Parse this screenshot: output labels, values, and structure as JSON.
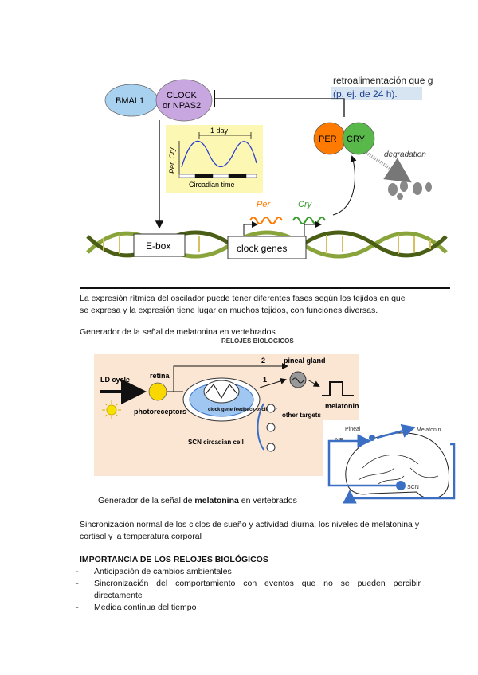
{
  "figure1": {
    "feedback_line1": "retroalimentación que g",
    "feedback_line2": "(p. ej. de 24 h).",
    "bmal1": "BMAL1",
    "clock": "CLOCK",
    "or_npas2": "or NPAS2",
    "day_label": "1 day",
    "y_axis": "Per, Cry",
    "x_axis": "Circadian time",
    "per_protein": "PER",
    "cry_protein": "CRY",
    "degradation": "degradation",
    "per_gene": "Per",
    "cry_gene": "Cry",
    "ebox": "E-box",
    "clock_genes": "clock genes"
  },
  "para1": "La expresión rítmica del oscilador puede tener diferentes fases según los tejidos en que se expresa y la expresión tiene lugar en muchos tejidos, con funciones diversas.",
  "caption1": "Generador de la señal de melatonina en vertebrados",
  "figure2": {
    "top_label": "RELOJES BIOLÓGICOS",
    "ld_cycle": "LD cycle",
    "retina": "retina",
    "photoreceptors": "photoreceptors",
    "path2": "2",
    "path1": "1",
    "pineal_gland": "pineal gland",
    "melatonin": "melatonin",
    "clock_gene_osc": "clock gene feedback oscillator",
    "other_targets": "other targets",
    "scn_cell": "SCN circadian cell"
  },
  "brain": {
    "pineal": "Pineal",
    "ne": "NE",
    "melatonin": "Melatonin",
    "scn": "SCN"
  },
  "caption2_pre": "Generador de la señal de ",
  "caption2_bold": "melatonina",
  "caption2_post": " en vertebrados",
  "para2": "Sincronización normal de los ciclos de sueño y actividad diurna, los niveles de melatonina y cortisol y la temperatura corporal",
  "heading": "IMPORTANCIA DE LOS RELOJES BIOLÓGICOS",
  "bullets": [
    "Anticipación de cambios ambientales",
    "Sincronización del comportamiento con eventos que no se pueden percibir directamente",
    "Medida continua del tiempo"
  ],
  "colors": {
    "bmal1": "#a8d0ef",
    "clock": "#c8a6e0",
    "per": "#ff7a00",
    "cry": "#58b84a",
    "inset": "#fdf7b4",
    "fig2_bg": "#fbe6d4",
    "dna": "#8aa43c",
    "brain_arrow": "#3a6fc4"
  }
}
